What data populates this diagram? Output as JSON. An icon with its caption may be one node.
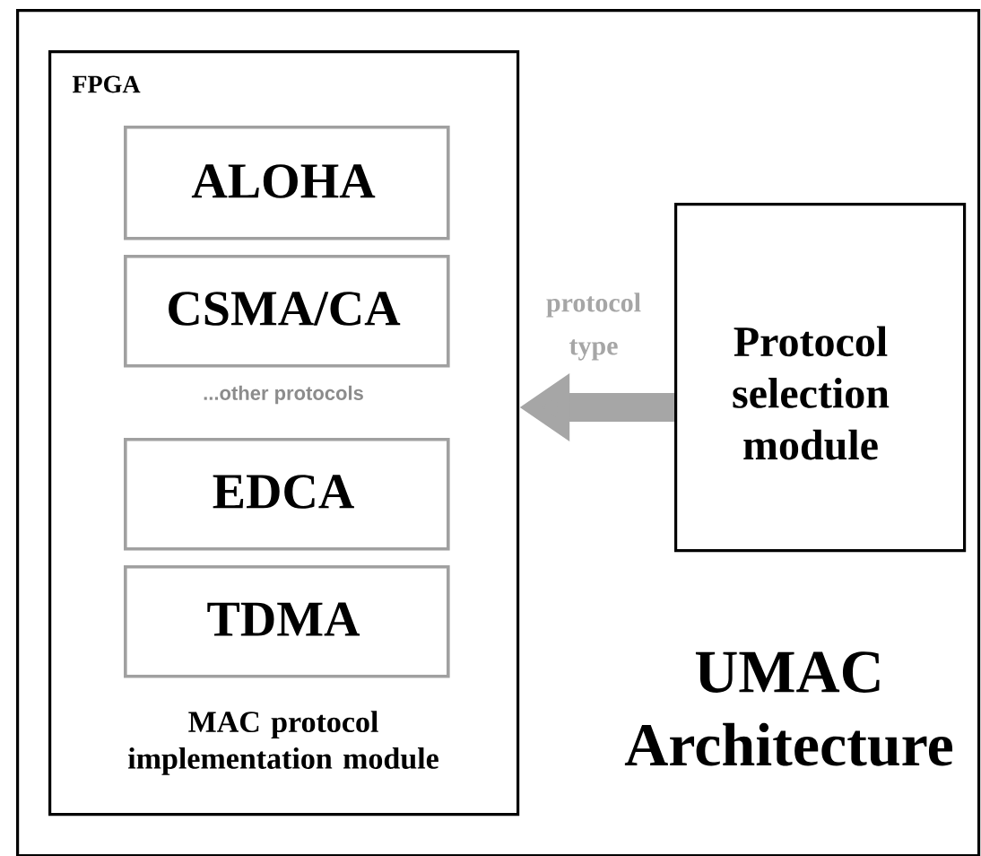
{
  "diagram": {
    "nodes": [
      {
        "text": [
          "UMAC Architecture"
        ]
      },
      {
        "text": [
          "FPGA",
          "MAC protocol implementation module"
        ],
        "in": 0
      },
      {
        "text": [
          "ALOHA"
        ],
        "in": 1
      },
      {
        "text": [
          "CSMA/CA"
        ],
        "in": 1
      },
      {
        "text": [
          "EDCA"
        ],
        "in": 1
      },
      {
        "text": [
          "TDMA"
        ],
        "in": 1
      },
      {
        "text": [
          "Protocol selection module"
        ],
        "in": 0
      }
    ],
    "edges": [
      {
        "from": 6,
        "to": 1,
        "arrow": "to",
        "label": "protocol type",
        "color": "#a6a6a6"
      }
    ],
    "labels": [
      "...other protocols"
    ]
  }
}
